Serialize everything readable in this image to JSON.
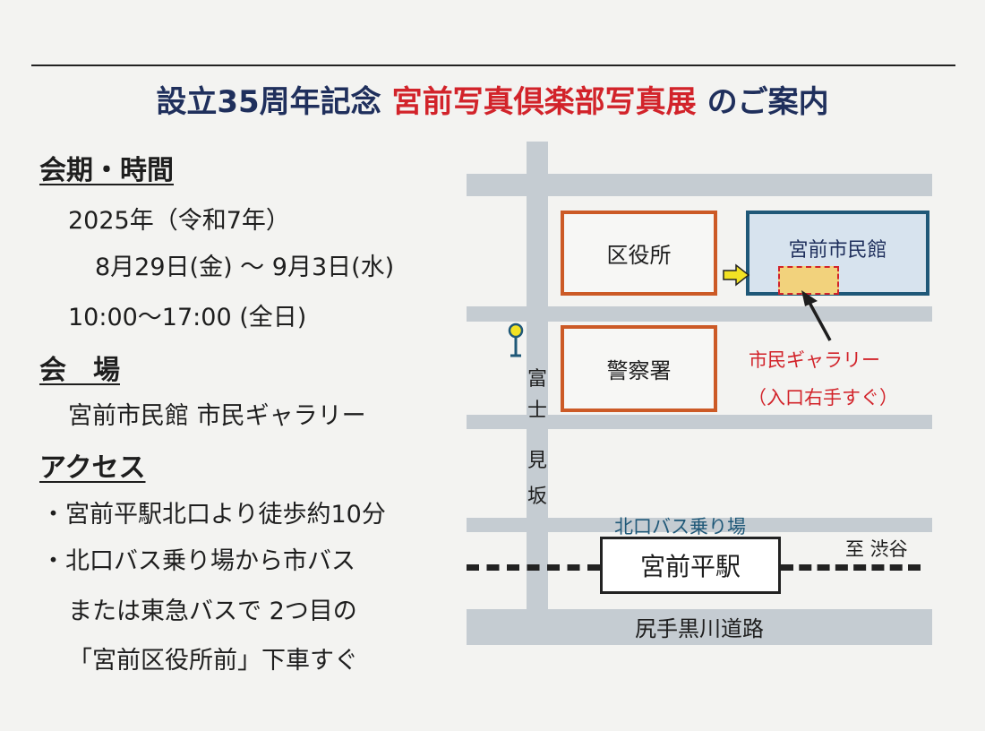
{
  "title": {
    "prefix": "設立35周年記念",
    "highlight": "宮前写真倶楽部写真展",
    "suffix": "のご案内"
  },
  "schedule": {
    "heading": "会期・時間",
    "year": "2025年（令和7年）",
    "dates": "8月29日(金) ～ 9月3日(水)",
    "hours": "10:00～17:00 (全日)"
  },
  "venue": {
    "heading": "会　場",
    "name": "宮前市民館 市民ギャラリー"
  },
  "access": {
    "heading": "アクセス",
    "lines": [
      "・宮前平駅北口より徒歩約10分",
      "・北口バス乗り場から市バス",
      "または東急バスで 2つ目の",
      "「宮前区役所前」下車すぐ"
    ]
  },
  "map": {
    "ward_office": "区役所",
    "police": "警察署",
    "civic_hall": "宮前市民館",
    "gallery_label": "市民ギャラリー",
    "gallery_note": "（入口右手すぐ）",
    "street_name": [
      "富",
      "士",
      "見",
      "坂"
    ],
    "bus_stop": "北口バス乗り場",
    "to_shibuya": "至 渋谷",
    "station": "宮前平駅",
    "road": "尻手黒川道路"
  },
  "colors": {
    "title_navy": "#1f2f5c",
    "title_red": "#d2232a",
    "building_border": "#cc5a26",
    "hall_border": "#1f5878"
  }
}
